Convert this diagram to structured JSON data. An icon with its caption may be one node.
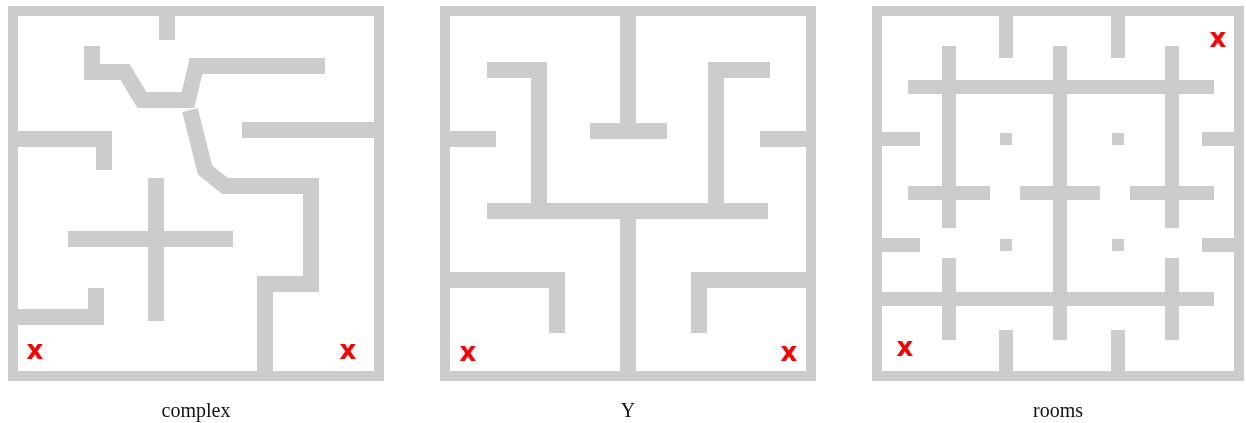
{
  "diagram": {
    "labels": [
      "x",
      "x",
      "x",
      "x",
      "x",
      "x",
      "complex",
      "Y",
      "rooms"
    ]
  }
}
